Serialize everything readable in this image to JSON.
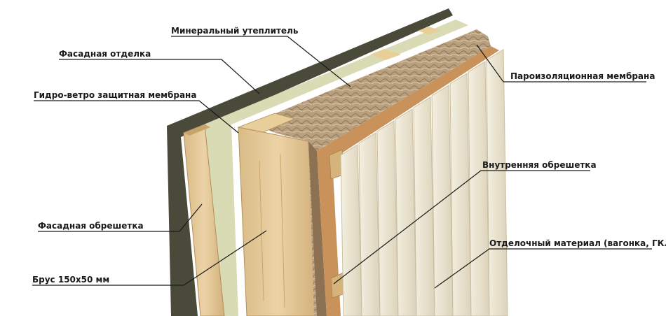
{
  "labels": {
    "mineral_insulation": "Минеральный утеплитель",
    "facade_finish": "Фасадная отделка",
    "wind_membrane": "Гидро-ветро защитная мембрана",
    "vapor_membrane": "Пароизоляционная мембрана",
    "inner_battens": "Внутренняя обрешетка",
    "facade_battens": "Фасадная обрешетка",
    "finish_material": "Отделочный материал (вагонка, ГКЛ)",
    "beam": "Брус 150x50 мм"
  },
  "colors": {
    "facade": "#4a4a3a",
    "membrane": "#d8dbb4",
    "wood": "#e2c795",
    "insulation": "#b69a78",
    "vapor": "#c8925a",
    "panel": "#eee8d6"
  }
}
